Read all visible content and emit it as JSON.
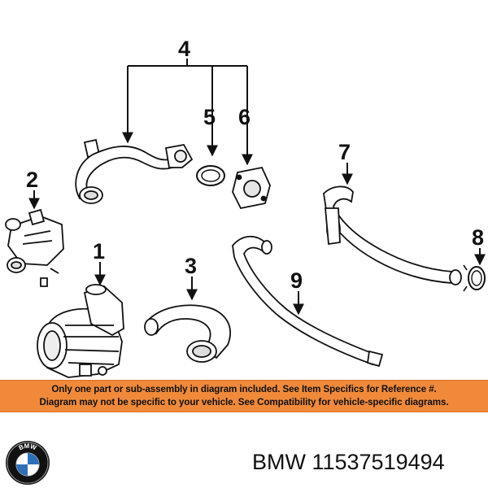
{
  "callouts": {
    "c1": "1",
    "c2": "2",
    "c3": "3",
    "c4": "4",
    "c5": "5",
    "c6": "6",
    "c7": "7",
    "c8": "8",
    "c9": "9"
  },
  "banner": {
    "line1": "Only one part or sub-assembly in diagram included. See Item Specifics for Reference #.",
    "line2": "Diagram may not be specific to your vehicle. See Compatibility for vehicle-specific diagrams.",
    "color": "#f08a3a"
  },
  "brand": {
    "logo_icon": "bmw-roundel-logo",
    "logo_text": "BMW",
    "name": "BMW",
    "part_number": "11537519494",
    "label": "BMW 11537519494"
  }
}
